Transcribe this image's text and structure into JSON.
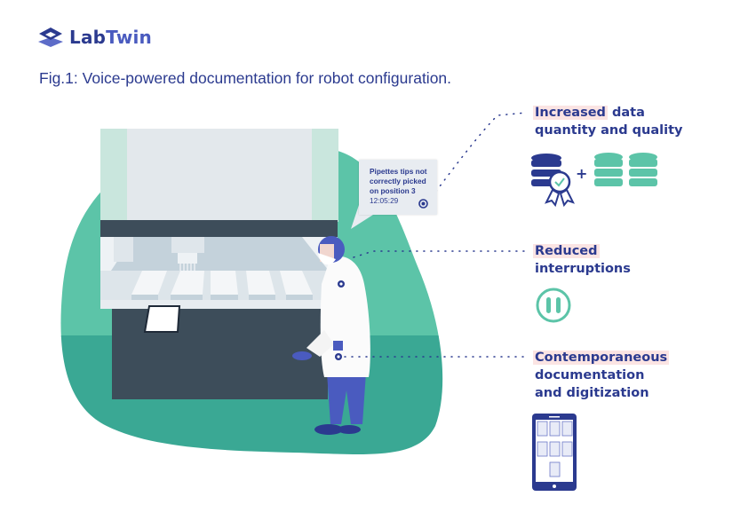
{
  "brand": {
    "name_part1": "Lab",
    "name_part2": "Twin",
    "logo_icon": "layered-diamond-icon",
    "colors": {
      "navy": "#2b3a8f",
      "blue": "#4a5bbf",
      "teal": "#5cc4a8",
      "teal_dark": "#3aa894",
      "highlight": "#fbe4e3"
    }
  },
  "figure": {
    "caption": "Fig.1: Voice-powered documentation for robot configuration."
  },
  "speech_bubble": {
    "lines": [
      "Pipettes tips not",
      "correctly picked",
      "on position 3"
    ],
    "time": "12:05:29",
    "icon": "record-target-icon"
  },
  "benefits": [
    {
      "highlight": "Increased",
      "rest_line1": " data",
      "line2": "quantity and quality",
      "icon": "database-certified-plus-databases-icon"
    },
    {
      "highlight": "Reduced",
      "line2": "interruptions",
      "icon": "pause-circle-icon"
    },
    {
      "highlight": "Contemporaneous",
      "line2": "documentation",
      "line3": "and digitization",
      "icon": "tablet-documents-icon"
    }
  ]
}
